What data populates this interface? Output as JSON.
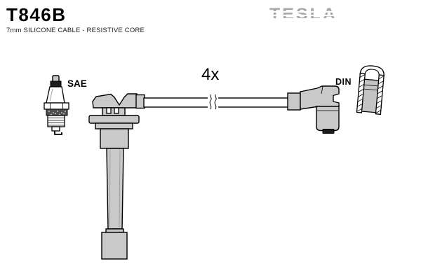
{
  "header": {
    "part_number": "T846B",
    "subtitle": "7mm SILICONE CABLE - RESISTIVE CORE"
  },
  "brand": {
    "logo_text": "TESLA"
  },
  "diagram": {
    "sae_label": "SAE",
    "quantity_label": "4x",
    "din_label": "DIN",
    "illustrations": {
      "spark_plug": "spark-plug-icon",
      "boot": "spark-plug-boot-icon",
      "cable": "ignition-cable-icon",
      "elbow": "elbow-connector-icon",
      "din_terminal": "din-terminal-cutaway-icon"
    }
  },
  "colors": {
    "part_fill": "#c9c9c9",
    "outline": "#000000",
    "terminal_dark": "#1c1c1c",
    "brand_gray": "#a9a9a9",
    "background": "#ffffff"
  }
}
